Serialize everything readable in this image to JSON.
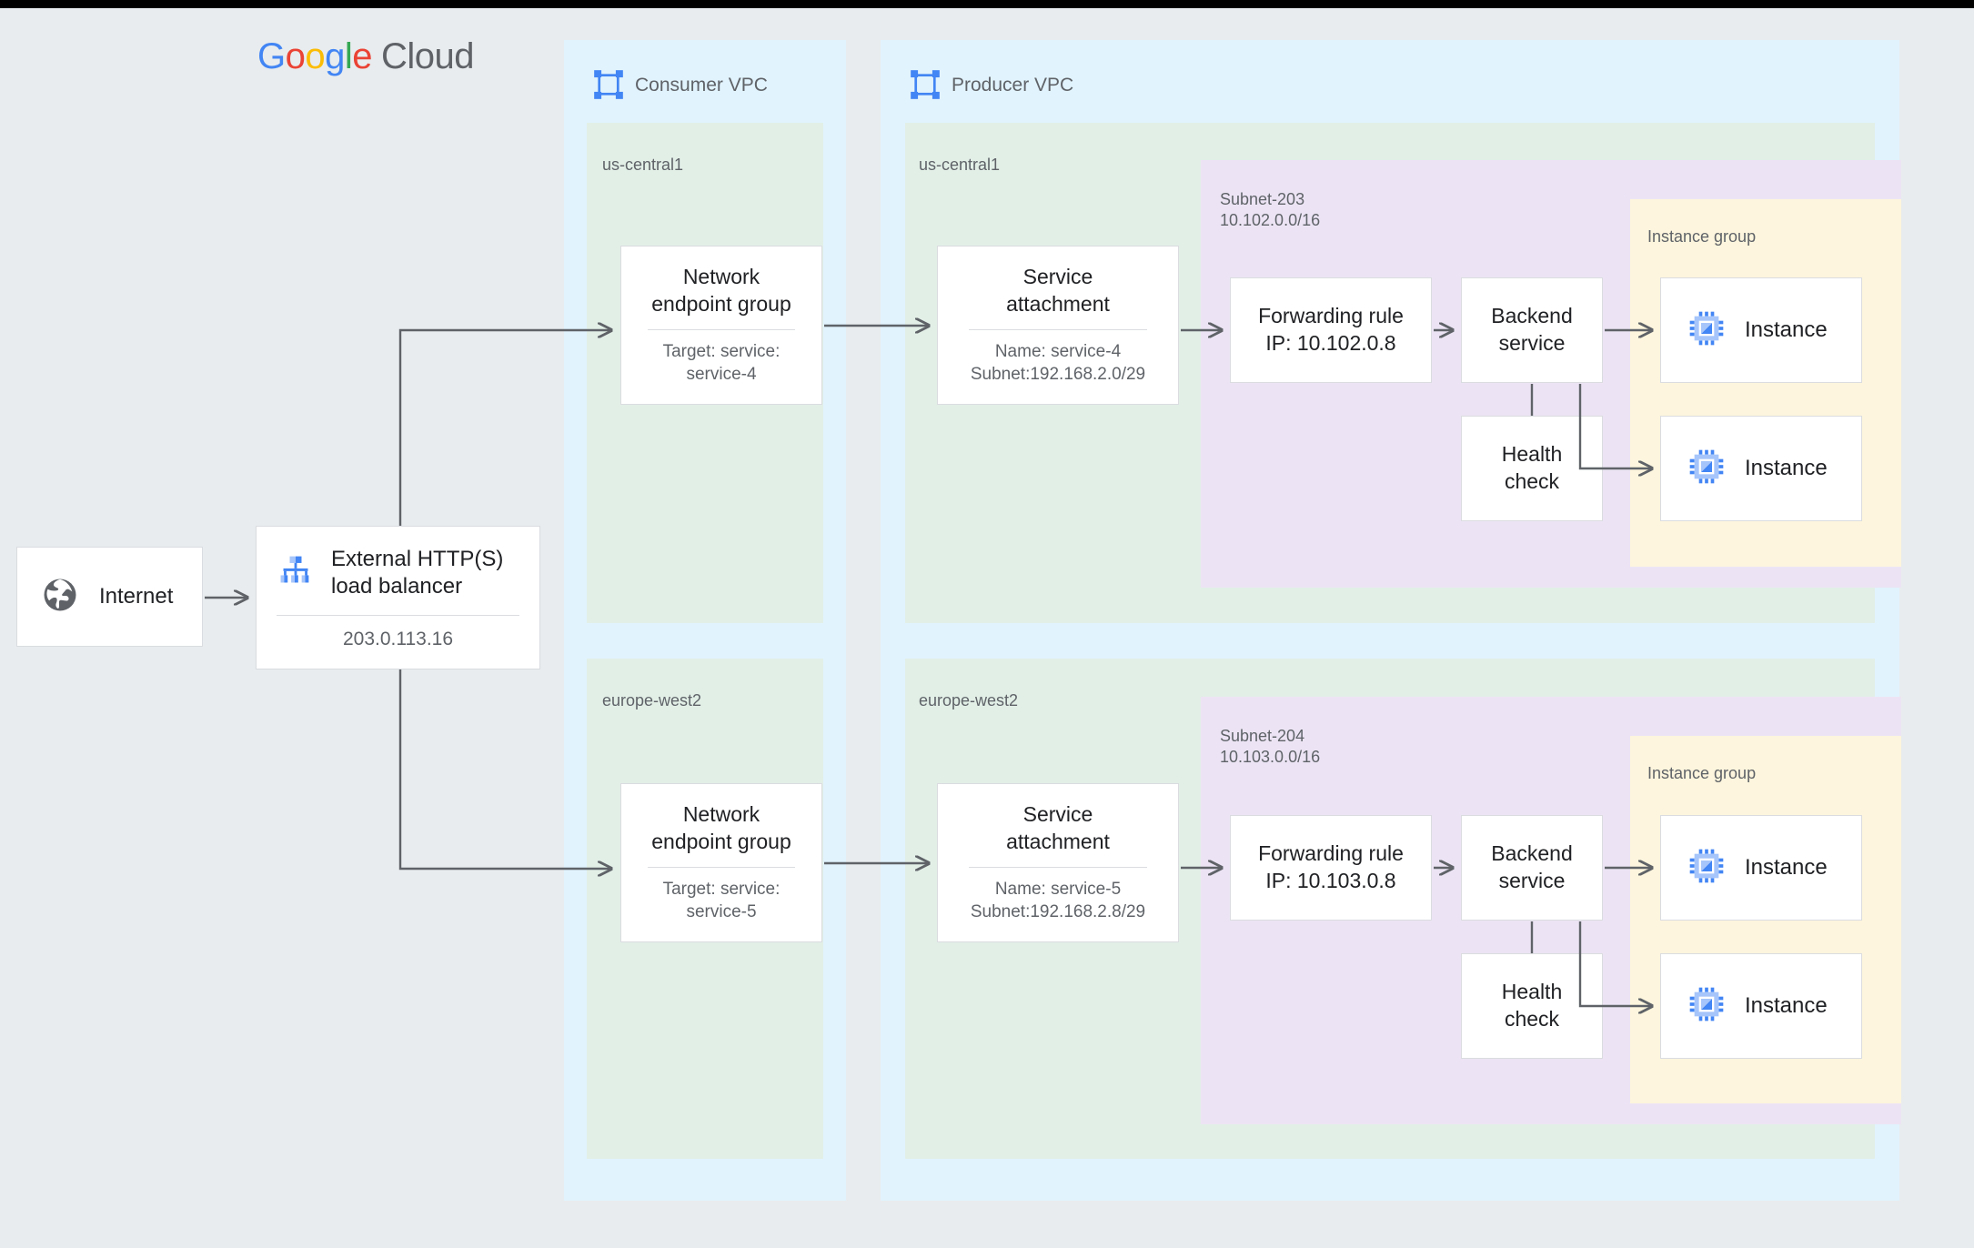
{
  "brand": {
    "google": [
      "G",
      "o",
      "o",
      "g",
      "l",
      "e"
    ],
    "cloud": "Cloud"
  },
  "internet": {
    "label": "Internet",
    "icon": "globe-icon"
  },
  "load_balancer": {
    "label": "External HTTP(S)\nload balancer",
    "label_line1": "External HTTP(S)",
    "label_line2": "load balancer",
    "ip": "203.0.113.16",
    "icon": "load-balancer-icon"
  },
  "consumer_vpc": {
    "title": "Consumer VPC",
    "icon": "vpc-icon",
    "regions": [
      {
        "name": "us-central1",
        "neg": {
          "title_line1": "Network",
          "title_line2": "endpoint group",
          "sub_line1": "Target: service:",
          "sub_line2": "service-4"
        }
      },
      {
        "name": "europe-west2",
        "neg": {
          "title_line1": "Network",
          "title_line2": "endpoint group",
          "sub_line1": "Target: service:",
          "sub_line2": "service-5"
        }
      }
    ]
  },
  "producer_vpc": {
    "title": "Producer VPC",
    "icon": "vpc-icon",
    "regions": [
      {
        "name": "us-central1",
        "service_attachment": {
          "title_line1": "Service",
          "title_line2": "attachment",
          "sub_line1": "Name: service-4",
          "sub_line2": "Subnet:192.168.2.0/29"
        },
        "subnet": {
          "name": "Subnet-203",
          "cidr": "10.102.0.0/16",
          "forwarding_rule": {
            "line1": "Forwarding rule",
            "line2": "IP: 10.102.0.8"
          },
          "backend_service": {
            "line1": "Backend",
            "line2": "service"
          },
          "health_check": {
            "line1": "Health",
            "line2": "check"
          },
          "instance_group": {
            "title": "Instance group",
            "instances": [
              {
                "label": "Instance",
                "icon": "chip-icon"
              },
              {
                "label": "Instance",
                "icon": "chip-icon"
              }
            ]
          }
        }
      },
      {
        "name": "europe-west2",
        "service_attachment": {
          "title_line1": "Service",
          "title_line2": "attachment",
          "sub_line1": "Name: service-5",
          "sub_line2": "Subnet:192.168.2.8/29"
        },
        "subnet": {
          "name": "Subnet-204",
          "cidr": "10.103.0.0/16",
          "forwarding_rule": {
            "line1": "Forwarding rule",
            "line2": "IP: 10.103.0.8"
          },
          "backend_service": {
            "line1": "Backend",
            "line2": "service"
          },
          "health_check": {
            "line1": "Health",
            "line2": "check"
          },
          "instance_group": {
            "title": "Instance group",
            "instances": [
              {
                "label": "Instance",
                "icon": "chip-icon"
              },
              {
                "label": "Instance",
                "icon": "chip-icon"
              }
            ]
          }
        }
      }
    ]
  },
  "colors": {
    "page_bg": "#e8ecee",
    "vpc_bg": "#e1f3fd",
    "region_bg": "#e2efe7",
    "subnet_bg": "#ece4f4",
    "instance_group_bg": "#fdf5dd",
    "card_bg": "#ffffff",
    "card_border": "#dadce0",
    "connector": "#5f6368",
    "text_primary": "#202124",
    "text_secondary": "#5f6368",
    "icon_blue": "#4285f4",
    "icon_blue_light": "#a6c5fa",
    "google_blue": "#4285F4",
    "google_red": "#EA4335",
    "google_yellow": "#FBBC05",
    "google_green": "#34A853"
  }
}
